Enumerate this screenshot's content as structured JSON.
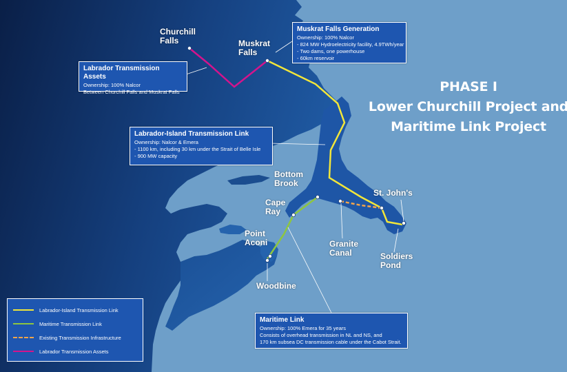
{
  "title": {
    "line1": "PHASE I",
    "line2": "Lower Churchill Project and",
    "line3": "Maritime Link Project"
  },
  "places": {
    "churchill_falls": [
      "Churchill",
      "Falls"
    ],
    "muskrat_falls": [
      "Muskrat",
      "Falls"
    ],
    "bottom_brook": [
      "Bottom",
      "Brook"
    ],
    "st_johns": [
      "St. John's"
    ],
    "cape_ray": [
      "Cape",
      "Ray"
    ],
    "point_aconi": [
      "Point",
      "Aconi"
    ],
    "granite_canal": [
      "Granite",
      "Canal"
    ],
    "soldiers_pond": [
      "Soldiers",
      "Pond"
    ],
    "woodbine": [
      "Woodbine"
    ]
  },
  "infoboxes": {
    "muskrat_generation": {
      "title": "Muskrat Falls Generation",
      "lines": [
        "Ownership: 100% Nalcor",
        "- 824 MW Hydroelectricity facility, 4.9TWh/year",
        "- Two dams, one powerhouse",
        "- 60km reservoir"
      ]
    },
    "labrador_assets": {
      "title": "Labrador Transmission Assets",
      "lines": [
        "Ownership: 100% Nalcor",
        "Between Churchill Falls and Muskrat Falls"
      ]
    },
    "lil": {
      "title": "Labrador-Island Transmission Link",
      "lines": [
        "Ownership: Nalcor & Emera",
        "- 1100 km, including 30 km under the Strait of Belle Isle",
        "- 900 MW capacity"
      ]
    },
    "maritime": {
      "title": "Maritime Link",
      "lines": [
        "Ownership: 100% Emera for 35 years",
        "Consists of overhead transmission in NL and NS, and",
        "170 km subsea DC transmission cable under the Cabot Strait."
      ]
    }
  },
  "legend": [
    {
      "label": "Labrador-Island Transmission Link",
      "color": "#f2e63a",
      "style": "solid"
    },
    {
      "label": "Maritime Transmission Link",
      "color": "#8ec63f",
      "style": "solid"
    },
    {
      "label": "Existing Transmission Infrastructure",
      "color": "#f5a54a",
      "style": "dashed"
    },
    {
      "label": "Labrador Transmission Assets",
      "color": "#d4148c",
      "style": "solid"
    }
  ],
  "colors": {
    "sea": "#6e9fc9",
    "land_dark": "#0d2a5c",
    "land_mid": "#1b4d8f",
    "box_fill": "#1e56b0",
    "lil_line": "#f2e63a",
    "maritime_line": "#8ec63f",
    "existing_line": "#f5a54a",
    "labrador_line": "#d4148c"
  }
}
